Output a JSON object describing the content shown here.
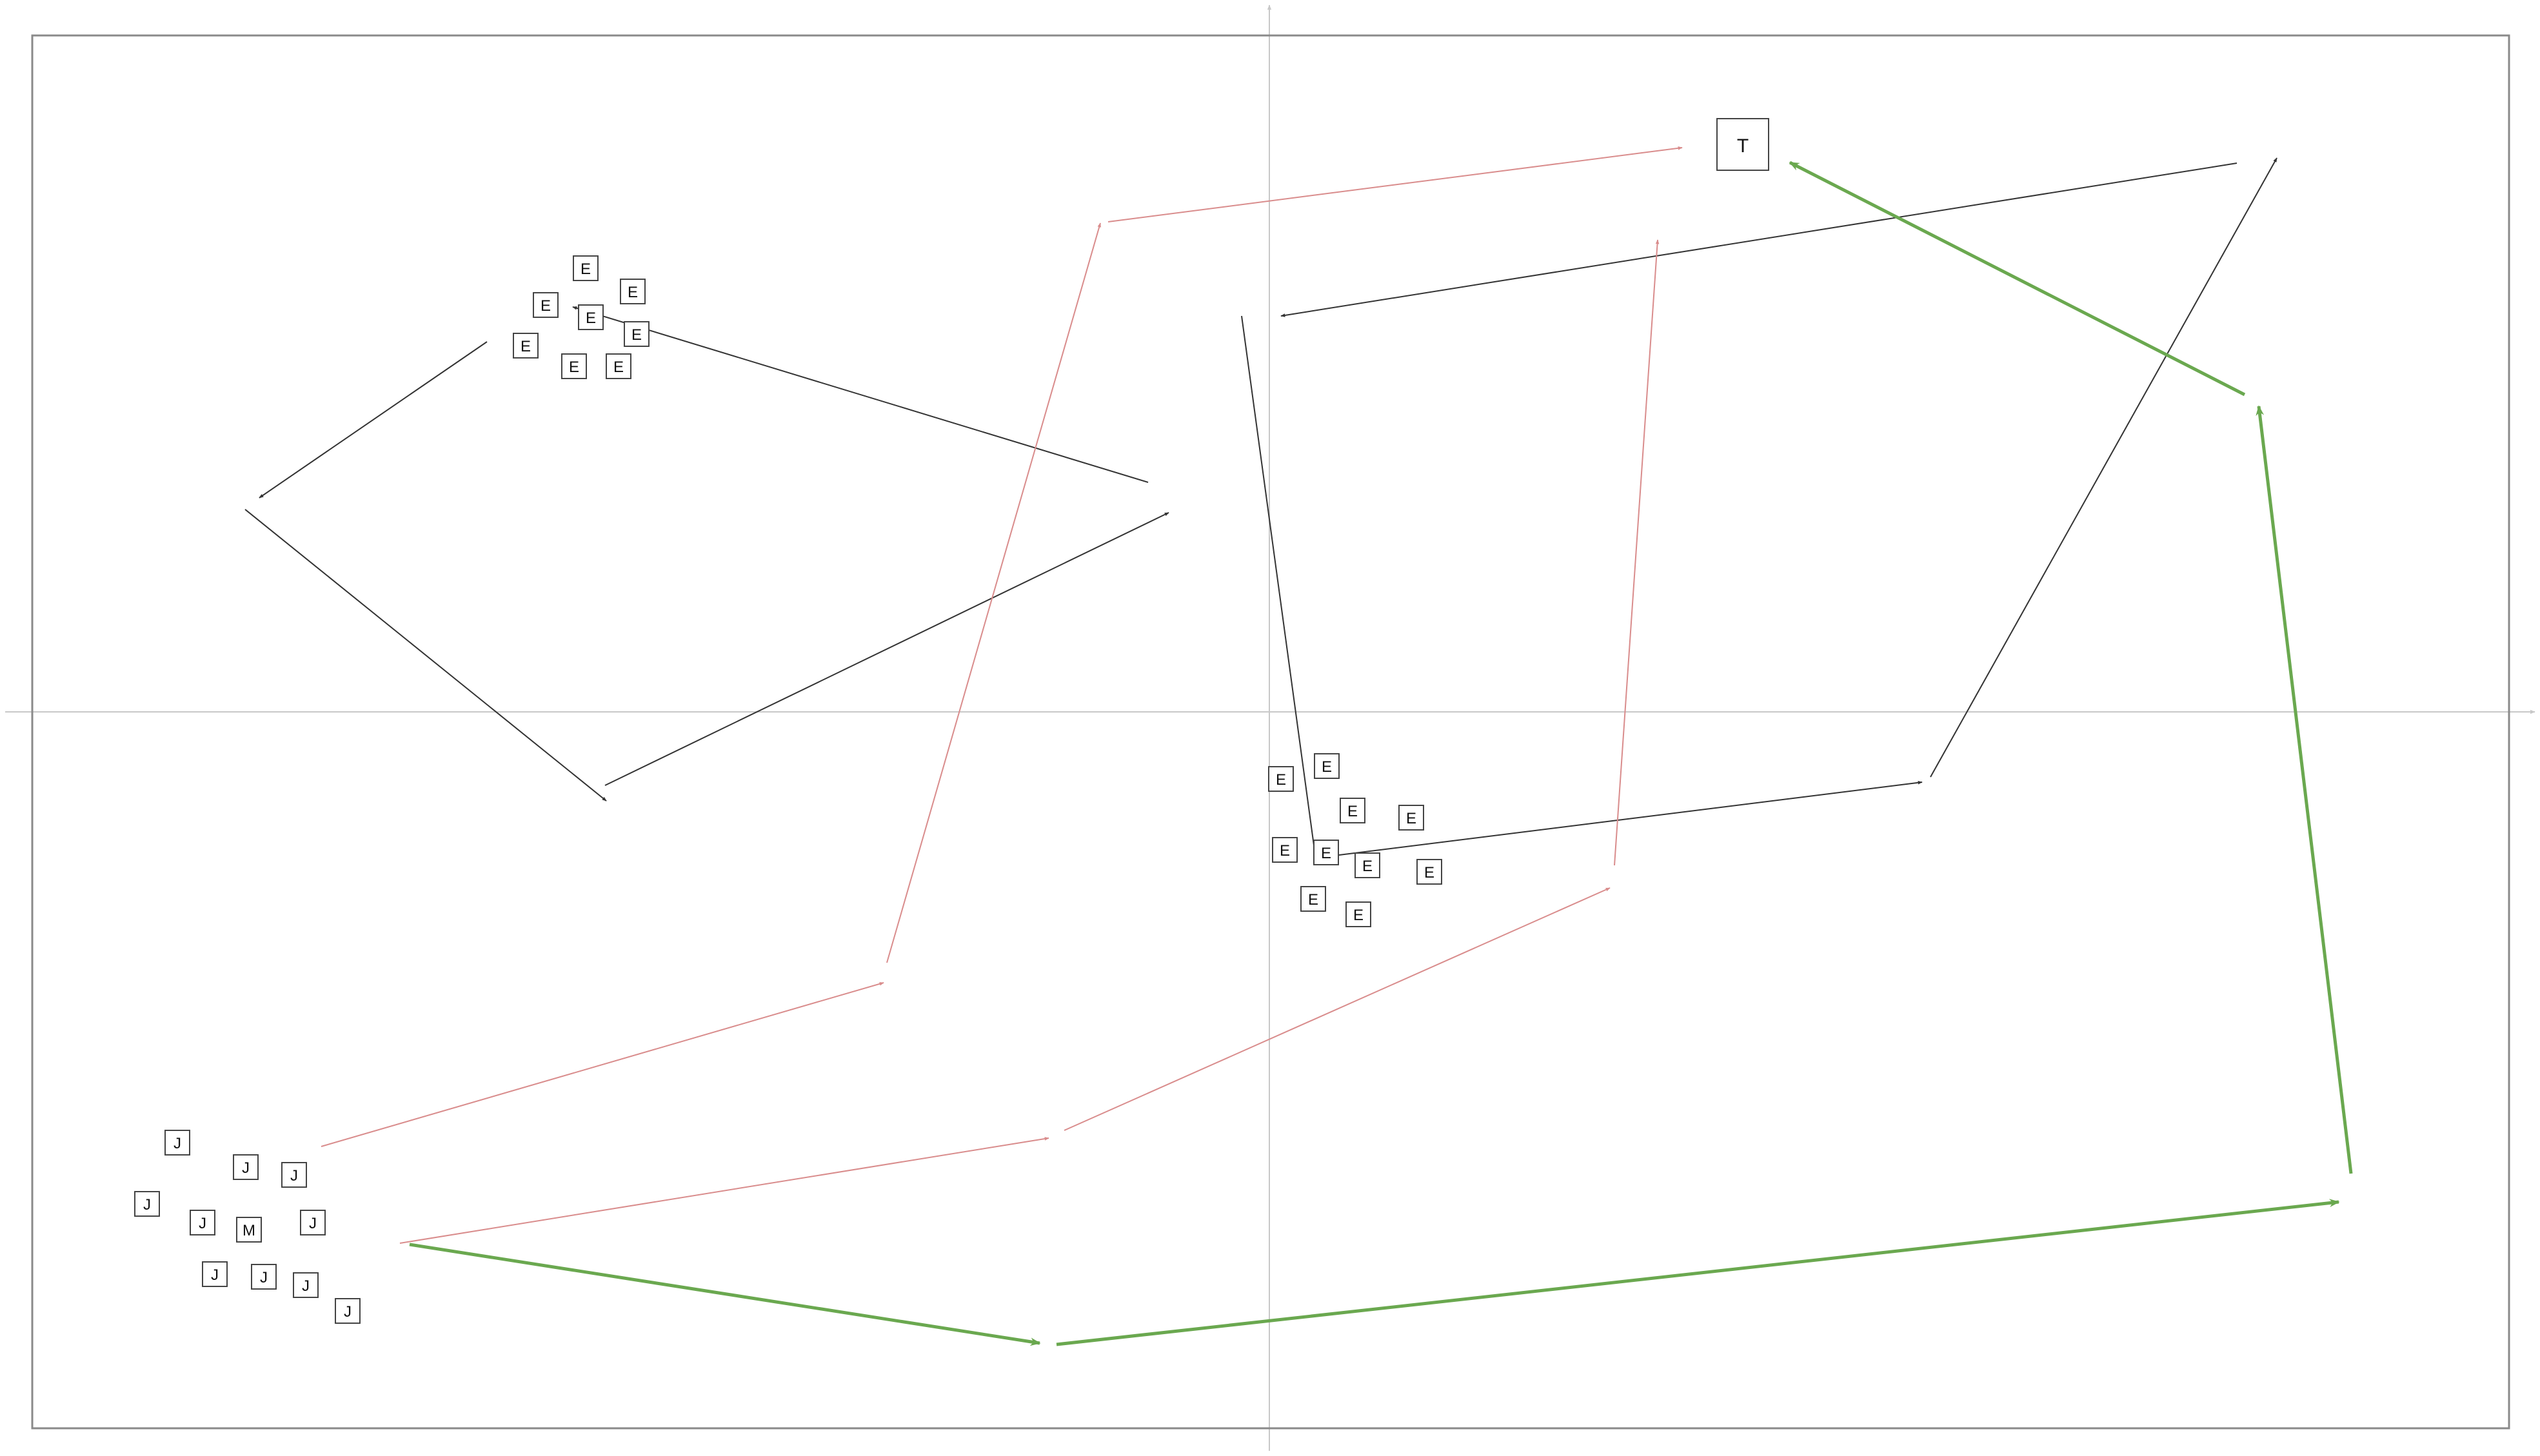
{
  "colors": {
    "background": "#ffffff",
    "frame": "#8a8a8a",
    "axis": "#c8c8c8",
    "node_border": "#444444",
    "edge_dark": "#333333",
    "edge_red": "#d98c8c",
    "edge_green": "#6aa84f"
  },
  "target_node": {
    "label": "T"
  },
  "cluster_top_left": {
    "nodes": [
      {
        "label": "E"
      },
      {
        "label": "E"
      },
      {
        "label": "E"
      },
      {
        "label": "E"
      },
      {
        "label": "E"
      },
      {
        "label": "E"
      },
      {
        "label": "E"
      },
      {
        "label": "E"
      }
    ]
  },
  "cluster_center": {
    "nodes": [
      {
        "label": "E"
      },
      {
        "label": "E"
      },
      {
        "label": "E"
      },
      {
        "label": "E"
      },
      {
        "label": "E"
      },
      {
        "label": "E"
      },
      {
        "label": "E"
      },
      {
        "label": "E"
      },
      {
        "label": "E"
      },
      {
        "label": "E"
      }
    ]
  },
  "cluster_bottom_left": {
    "nodes": [
      {
        "label": "J"
      },
      {
        "label": "J"
      },
      {
        "label": "J"
      },
      {
        "label": "J"
      },
      {
        "label": "J"
      },
      {
        "label": "M"
      },
      {
        "label": "J"
      },
      {
        "label": "J"
      },
      {
        "label": "J"
      },
      {
        "label": "J"
      },
      {
        "label": "J"
      }
    ]
  },
  "paths": [
    {
      "id": "dark-path",
      "color_key": "edge_dark",
      "segments": 10
    },
    {
      "id": "red-path",
      "color_key": "edge_red",
      "segments": 6
    },
    {
      "id": "green-path",
      "color_key": "edge_green",
      "segments": 4
    }
  ]
}
